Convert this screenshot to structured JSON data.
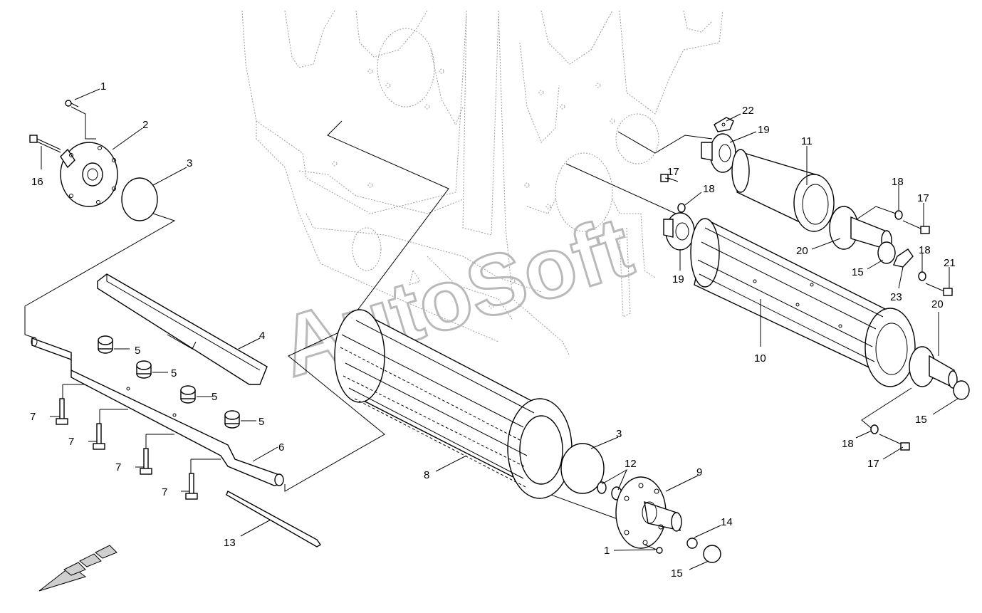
{
  "watermark": "AutoSoft",
  "callouts": {
    "c1a": "1",
    "c2": "2",
    "c3a": "3",
    "c16": "16",
    "c4": "4",
    "c5a": "5",
    "c5b": "5",
    "c5c": "5",
    "c5d": "5",
    "c6": "6",
    "c7a": "7",
    "c7b": "7",
    "c7c": "7",
    "c7d": "7",
    "c13": "13",
    "c8": "8",
    "c3b": "3",
    "c12": "12",
    "c9": "9",
    "c14": "14",
    "c1b": "1",
    "c15a": "15",
    "c22": "22",
    "c19a": "19",
    "c11": "11",
    "c17a": "17",
    "c18a": "18",
    "c19b": "19",
    "c18b": "18",
    "c17b": "17",
    "c20a": "20",
    "c15b": "15",
    "c18c": "18",
    "c23": "23",
    "c21": "21",
    "c10": "10",
    "c20b": "20",
    "c15c": "15",
    "c18d": "18",
    "c17c": "17"
  }
}
